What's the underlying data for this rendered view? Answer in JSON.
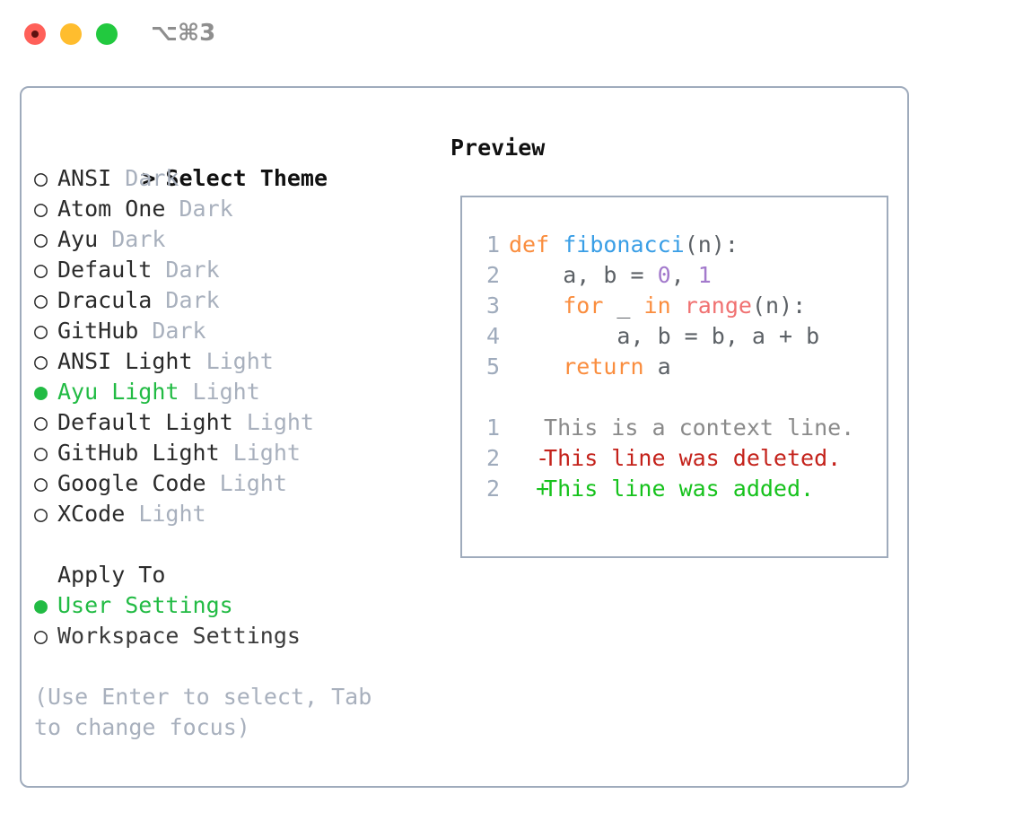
{
  "window": {
    "shortcut": "⌥⌘3",
    "traffic_lights": [
      {
        "name": "close-button",
        "color": "#ff6059"
      },
      {
        "name": "minimize-button",
        "color": "#ffbd2e"
      },
      {
        "name": "maximize-button",
        "color": "#22c93f"
      }
    ]
  },
  "left_panel": {
    "heading": "Select Theme",
    "heading_marker": ">",
    "marker_unselected": "○",
    "marker_selected": "●",
    "themes": [
      {
        "name": "ANSI",
        "kind": "Dark",
        "selected": false
      },
      {
        "name": "Atom One",
        "kind": "Dark",
        "selected": false
      },
      {
        "name": "Ayu",
        "kind": "Dark",
        "selected": false
      },
      {
        "name": "Default",
        "kind": "Dark",
        "selected": false
      },
      {
        "name": "Dracula",
        "kind": "Dark",
        "selected": false
      },
      {
        "name": "GitHub",
        "kind": "Dark",
        "selected": false
      },
      {
        "name": "ANSI Light",
        "kind": "Light",
        "selected": false
      },
      {
        "name": "Ayu Light",
        "kind": "Light",
        "selected": true
      },
      {
        "name": "Default Light",
        "kind": "Light",
        "selected": false
      },
      {
        "name": "GitHub Light",
        "kind": "Light",
        "selected": false
      },
      {
        "name": "Google Code",
        "kind": "Light",
        "selected": false
      },
      {
        "name": "XCode",
        "kind": "Light",
        "selected": false
      }
    ],
    "apply_to": {
      "heading": "Apply To",
      "options": [
        {
          "label": "User Settings",
          "selected": true
        },
        {
          "label": "Workspace Settings",
          "selected": false
        }
      ]
    },
    "hint": "(Use Enter to select, Tab to change focus)"
  },
  "right_panel": {
    "title": "Preview",
    "code": [
      {
        "lineno": "1",
        "tokens": [
          {
            "text": "def ",
            "type": "kw"
          },
          {
            "text": "fibonacci",
            "type": "fn"
          },
          {
            "text": "(n):",
            "type": "punc"
          }
        ]
      },
      {
        "lineno": "2",
        "tokens": [
          {
            "text": "    a, b = ",
            "type": "txt"
          },
          {
            "text": "0",
            "type": "num"
          },
          {
            "text": ", ",
            "type": "txt"
          },
          {
            "text": "1",
            "type": "num"
          }
        ]
      },
      {
        "lineno": "3",
        "tokens": [
          {
            "text": "    ",
            "type": "txt"
          },
          {
            "text": "for",
            "type": "kw"
          },
          {
            "text": " _ ",
            "type": "txt"
          },
          {
            "text": "in",
            "type": "kw"
          },
          {
            "text": " ",
            "type": "txt"
          },
          {
            "text": "range",
            "type": "call"
          },
          {
            "text": "(n):",
            "type": "punc"
          }
        ]
      },
      {
        "lineno": "4",
        "tokens": [
          {
            "text": "        a, b = b, a + b",
            "type": "txt"
          }
        ]
      },
      {
        "lineno": "5",
        "tokens": [
          {
            "text": "    ",
            "type": "txt"
          },
          {
            "text": "return",
            "type": "kw"
          },
          {
            "text": " a",
            "type": "txt"
          }
        ]
      }
    ],
    "diff": [
      {
        "lineno": "1",
        "marker": " ",
        "text": " This is a context line.",
        "type": "ctx"
      },
      {
        "lineno": "2",
        "marker": "-",
        "text": " This line was deleted.",
        "type": "del"
      },
      {
        "lineno": "2",
        "marker": "+",
        "text": " This line was added.",
        "type": "add"
      }
    ]
  },
  "colors": {
    "accent_green": "#22bb44",
    "border": "#9fabbc",
    "muted": "#a8b0bd",
    "keyword": "#fa8d3e",
    "function": "#399ee6",
    "number": "#a37acc",
    "call": "#f07171",
    "diff_add": "#16c21c",
    "diff_del": "#c4221b",
    "diff_ctx": "#8a8a8a"
  }
}
